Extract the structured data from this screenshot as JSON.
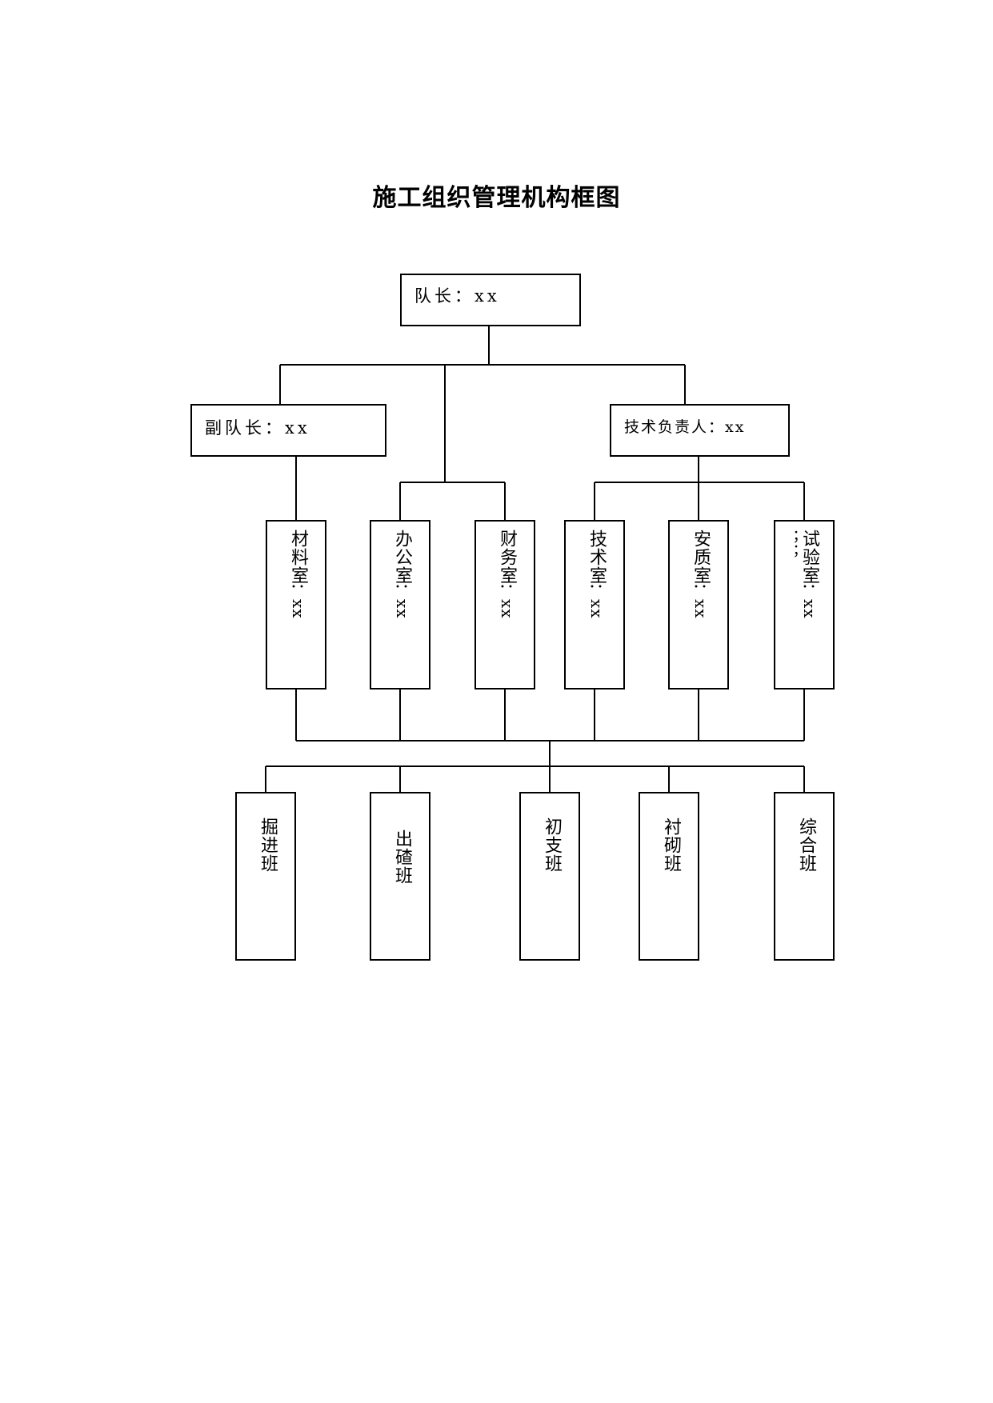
{
  "title": "施工组织管理机构框图",
  "leader": "队长：xx",
  "deputies": {
    "left": "副队长：xx",
    "right": "技术负责人：xx"
  },
  "departments": [
    {
      "name": "材料室",
      "person": "：xx"
    },
    {
      "name": "办公室",
      "person": "：xx"
    },
    {
      "name": "财务室",
      "person": "：xx"
    },
    {
      "name": "技术室",
      "person": "：xx"
    },
    {
      "name": "安质室",
      "person": "：xx"
    },
    {
      "name": "试验室",
      "person": "：xx",
      "extra": "；；"
    }
  ],
  "teams": [
    "掘进班",
    "出碴班",
    "初支班",
    "衬砌班",
    "综合班"
  ]
}
